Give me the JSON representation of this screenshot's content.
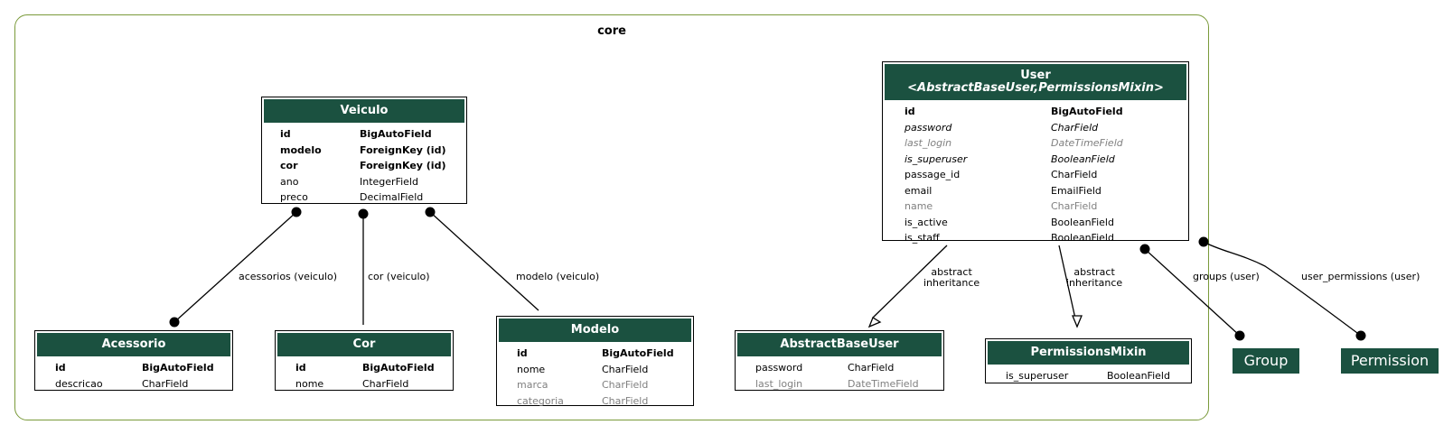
{
  "cluster": {
    "label": "core"
  },
  "tables": {
    "veiculo": {
      "title": "Veiculo",
      "fields": [
        {
          "name": "id",
          "type": "BigAutoField",
          "style": "b"
        },
        {
          "name": "modelo",
          "type": "ForeignKey (id)",
          "style": "b"
        },
        {
          "name": "cor",
          "type": "ForeignKey (id)",
          "style": "b"
        },
        {
          "name": "ano",
          "type": "IntegerField",
          "style": ""
        },
        {
          "name": "preco",
          "type": "DecimalField",
          "style": ""
        }
      ]
    },
    "user": {
      "title": "User",
      "subtitle": "<AbstractBaseUser,PermissionsMixin>",
      "fields": [
        {
          "name": "id",
          "type": "BigAutoField",
          "style": "b"
        },
        {
          "name": "password",
          "type": "CharField",
          "style": "i"
        },
        {
          "name": "last_login",
          "type": "DateTimeField",
          "style": "i g"
        },
        {
          "name": "is_superuser",
          "type": "BooleanField",
          "style": "i"
        },
        {
          "name": "passage_id",
          "type": "CharField",
          "style": ""
        },
        {
          "name": "email",
          "type": "EmailField",
          "style": ""
        },
        {
          "name": "name",
          "type": "CharField",
          "style": "g"
        },
        {
          "name": "is_active",
          "type": "BooleanField",
          "style": ""
        },
        {
          "name": "is_staff",
          "type": "BooleanField",
          "style": ""
        }
      ]
    },
    "acessorio": {
      "title": "Acessorio",
      "fields": [
        {
          "name": "id",
          "type": "BigAutoField",
          "style": "b"
        },
        {
          "name": "descricao",
          "type": "CharField",
          "style": ""
        }
      ]
    },
    "cor": {
      "title": "Cor",
      "fields": [
        {
          "name": "id",
          "type": "BigAutoField",
          "style": "b"
        },
        {
          "name": "nome",
          "type": "CharField",
          "style": ""
        }
      ]
    },
    "modelo": {
      "title": "Modelo",
      "fields": [
        {
          "name": "id",
          "type": "BigAutoField",
          "style": "b"
        },
        {
          "name": "nome",
          "type": "CharField",
          "style": ""
        },
        {
          "name": "marca",
          "type": "CharField",
          "style": "g"
        },
        {
          "name": "categoria",
          "type": "CharField",
          "style": "g"
        }
      ]
    },
    "abstractbaseuser": {
      "title": "AbstractBaseUser",
      "fields": [
        {
          "name": "password",
          "type": "CharField",
          "style": ""
        },
        {
          "name": "last_login",
          "type": "DateTimeField",
          "style": "g"
        }
      ]
    },
    "permissionsmixin": {
      "title": "PermissionsMixin",
      "fields": [
        {
          "name": "is_superuser",
          "type": "BooleanField",
          "style": ""
        }
      ]
    }
  },
  "external": {
    "group": "Group",
    "permission": "Permission"
  },
  "edges": {
    "acessorios": "acessorios (veiculo)",
    "cor": "cor (veiculo)",
    "modelo": "modelo (veiculo)",
    "abstract1_line1": "abstract",
    "abstract1_line2": "inheritance",
    "abstract2_line1": "abstract",
    "abstract2_line2": "inheritance",
    "groups": "groups (user)",
    "user_permissions": "user_permissions (user)"
  },
  "colors": {
    "header": "#1b5140",
    "cluster_border": "#7a9a3a"
  }
}
